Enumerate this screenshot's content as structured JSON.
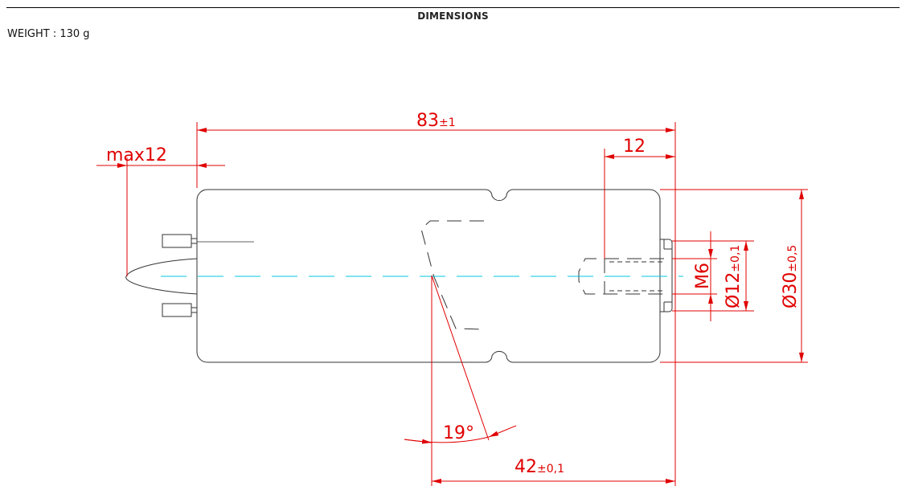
{
  "header": {
    "title": "DIMENSIONS"
  },
  "weight": {
    "label": "WEIGHT : ",
    "value": "130 g"
  },
  "dimensions": {
    "total_length": {
      "value": "83",
      "tolerance": "±1"
    },
    "connector_max": {
      "text": "max12"
    },
    "thread_length": {
      "value": "12"
    },
    "thread": {
      "text": "M6"
    },
    "boss_diameter": {
      "value": "Ø12",
      "tolerance": "±0,1"
    },
    "body_diameter": {
      "value": "Ø30",
      "tolerance": "±0,5"
    },
    "angle": {
      "text": "19°"
    },
    "offset": {
      "value": "42",
      "tolerance": "±0,1"
    }
  },
  "colors": {
    "dimension": "#e00000",
    "outline": "#333333",
    "centerline": "#00c8e0"
  }
}
